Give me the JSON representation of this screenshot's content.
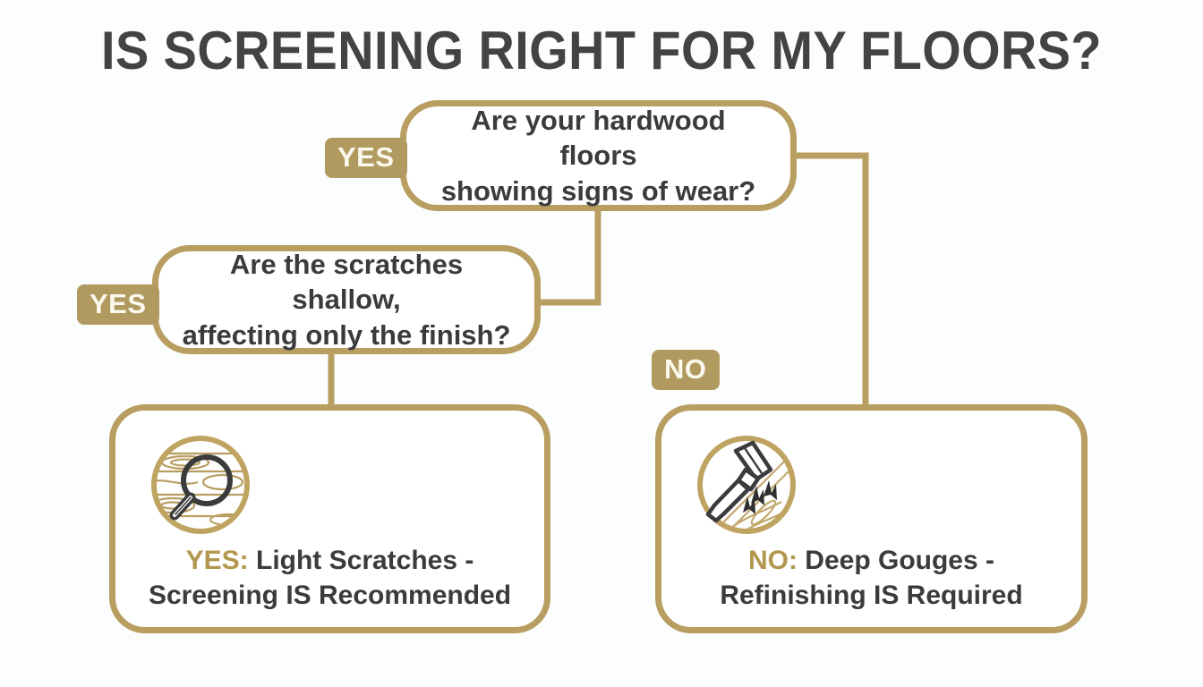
{
  "page": {
    "title": "IS SCREENING RIGHT FOR MY FLOORS?",
    "background_color": "#fcfdfd",
    "accent_color": "#b89e61",
    "badge_color": "#b09a5f",
    "text_color": "#3b3b3b"
  },
  "flow": {
    "decisions": [
      {
        "id": "wear",
        "line1": "Are your hardwood floors",
        "line2": "showing signs of wear?",
        "badge": "YES"
      },
      {
        "id": "scratches",
        "line1": "Are the scratches shallow,",
        "line2": "affecting only the finish?",
        "badge": "YES"
      }
    ],
    "no_badge": "NO",
    "outcomes": [
      {
        "id": "yes",
        "icon": "magnifier-wood-grain-icon",
        "key": "YES:",
        "line1": " Light Scratches -",
        "line2": "Screening IS Recommended"
      },
      {
        "id": "no",
        "icon": "hammer-gouge-wood-icon",
        "key": "NO:",
        "line1": " Deep Gouges -",
        "line2": "Refinishing IS Required"
      }
    ]
  }
}
